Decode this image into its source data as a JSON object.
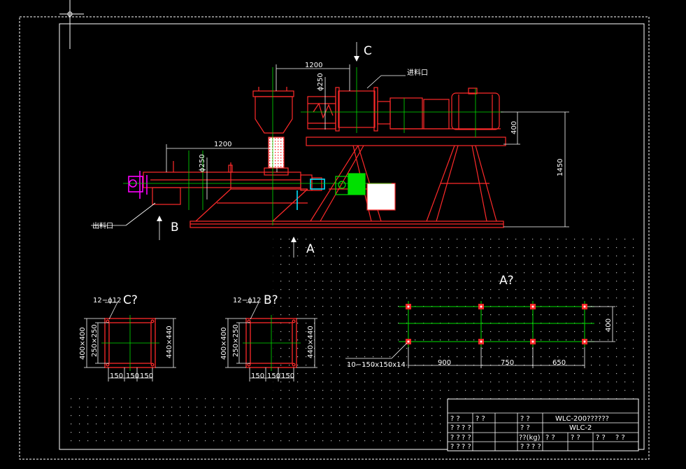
{
  "views": {
    "c_marker": "C",
    "b_marker": "B",
    "a_marker": "A",
    "view_c": "C?",
    "view_b": "B?",
    "view_a": "A?"
  },
  "dimensions": {
    "top_span": "1200",
    "top_dia": "ϕ250",
    "mid_span": "1200",
    "mid_dia": "ϕ250",
    "height_400": "400",
    "height_1450": "1450",
    "c_flange": "12−ϕ12",
    "c_outer": "400×400",
    "c_inner": "250×250",
    "c_right": "440×440",
    "c_b1": "150",
    "c_b2": "150",
    "c_b3": "150",
    "b_flange": "12−ϕ12",
    "b_outer": "400×400",
    "b_inner": "250×250",
    "b_right": "440×440",
    "b_b1": "150",
    "b_b2": "150",
    "b_b3": "150",
    "a_400": "400",
    "a_900": "900",
    "a_750": "750",
    "a_650": "650",
    "a_plate": "10−150x150x14"
  },
  "labels": {
    "inlet": "进料口",
    "outlet": "出料口"
  },
  "title_block": {
    "r1_a": "? ?",
    "r1_b": "? ?",
    "r2_a": "? ?",
    "r2_b": "? ?",
    "r2_c": "? ?",
    "r2_d": "WLC-200??????",
    "r3_a": "? ?",
    "r3_b": "? ?",
    "r3_c": "? ?",
    "r3_d": "WLC-2",
    "r4_a": "? ?",
    "r4_b": "? ?",
    "r4_c": "??(kg)",
    "r4_d": "? ?",
    "r4_e": "? ?",
    "r4_f": "? ?",
    "r4_g": "? ?",
    "r5_a": "? ?",
    "r5_b": "? ?"
  },
  "colors": {
    "background": "#000000",
    "frame": "#ffffff",
    "equipment": "#ff2a2a",
    "centerline": "#00e000",
    "dimension": "#ffffff",
    "accent_magenta": "#ff00ff",
    "accent_cyan": "#00e5ff"
  }
}
